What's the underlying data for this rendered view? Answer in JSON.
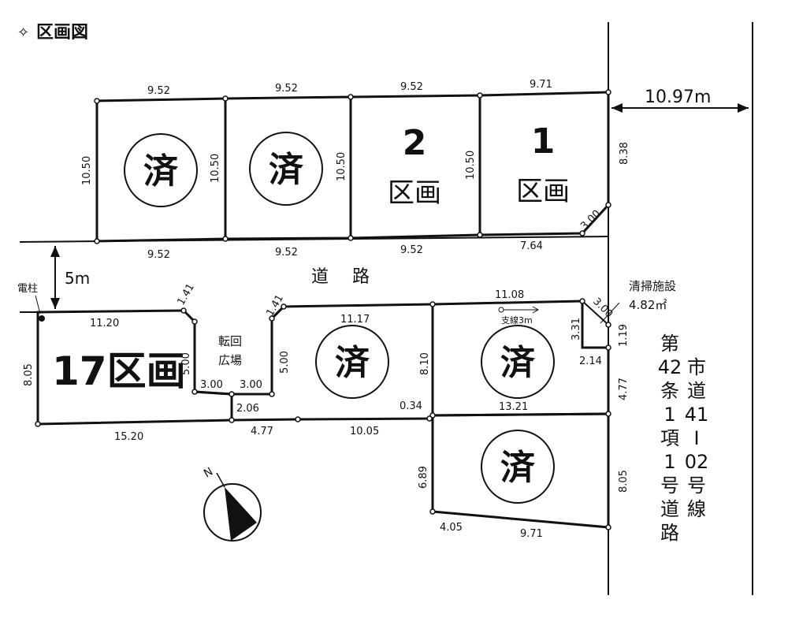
{
  "title": "区画図",
  "road_name": "道　路",
  "road_width": "5m",
  "side_road_width": "10.97m",
  "side_road_name_col1": [
    "第",
    "42",
    "条",
    "1",
    "項",
    "1",
    "号",
    "道",
    "路"
  ],
  "side_road_name_col2": [
    "市",
    "道",
    "41",
    "Ⅰ",
    "02",
    "号",
    "線"
  ],
  "utility_pole_label": "電柱",
  "cleaning_facility": {
    "line1": "清掃施設",
    "line2": "4.82㎡"
  },
  "turnaround": {
    "line1": "転回",
    "line2": "広場"
  },
  "sold_mark": "済",
  "lots": {
    "lot1": {
      "number": "1",
      "label": "区画"
    },
    "lot2": {
      "number": "2",
      "label": "区画"
    },
    "lot17": {
      "label": "17区画"
    }
  },
  "dimensions": {
    "top_row_top": [
      "9.52",
      "9.52",
      "9.52",
      "9.71"
    ],
    "top_row_bottom": [
      "9.52",
      "9.52",
      "9.52",
      "7.64"
    ],
    "top_row_depth": [
      "10.50",
      "10.50",
      "10.50",
      "10.50"
    ],
    "lot1_right": "8.38",
    "lot1_corner": "3.00",
    "lot17_top": "11.20",
    "lot17_left": "8.05",
    "lot17_bottom": "15.20",
    "corner_cut_a": "1.41",
    "corner_cut_b": "1.41",
    "turn_left": "5.00",
    "turn_right": "5.00",
    "turn_bottom_left": "3.00",
    "turn_bottom_right": "3.00",
    "turn_stem": "2.06",
    "bottom_477": "4.77",
    "bottom_1005": "10.05",
    "mid_top": "11.17",
    "mid_depth": "8.10",
    "mid_step": "0.34",
    "right_top": "11.08",
    "right_mid": "13.21",
    "facility_331": "3.31",
    "facility_300": "3.00",
    "facility_119": "1.19",
    "facility_214": "2.14",
    "right_477": "4.77",
    "lower_left": "6.89",
    "lower_right": "8.05",
    "lower_bottom_a": "4.05",
    "lower_bottom_b": "9.71"
  },
  "setback_note": "支線3m"
}
